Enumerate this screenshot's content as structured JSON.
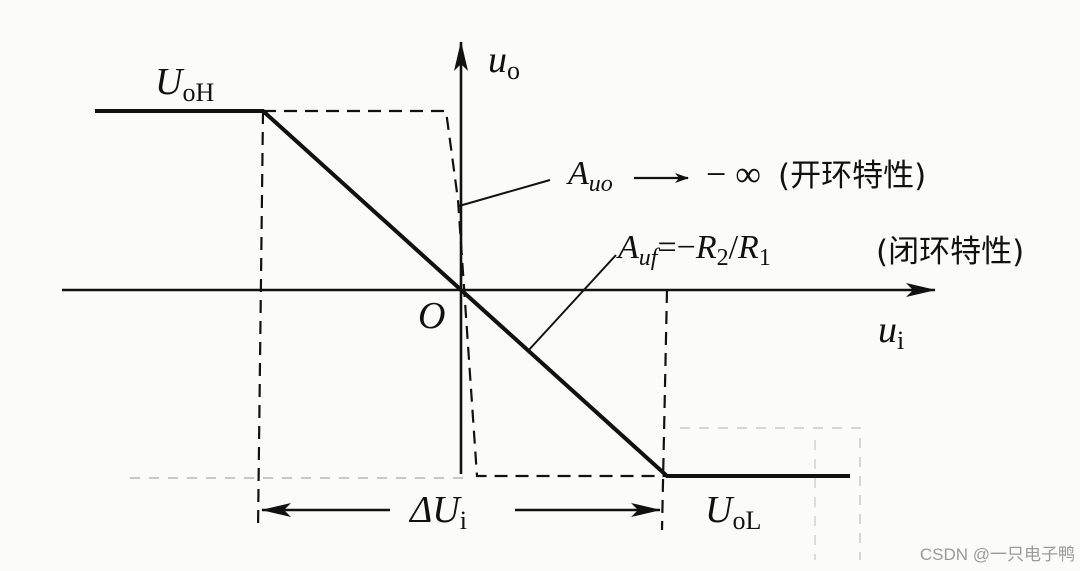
{
  "axes": {
    "y_label": {
      "main": "u",
      "sub": "o"
    },
    "x_label": {
      "main": "u",
      "sub": "i"
    },
    "origin": "O"
  },
  "levels": {
    "high": {
      "main": "U",
      "sub": "oH"
    },
    "low": {
      "main": "U",
      "sub": "oL"
    }
  },
  "annotations": {
    "open_loop": {
      "sym": "A",
      "sub": "uo",
      "limit": "− ∞",
      "note": "(开环特性)"
    },
    "closed_loop": {
      "sym": "A",
      "sub": "uf",
      "eq": "=−",
      "r2": "R",
      "r2_sub": "2",
      "slash": "/",
      "r1": "R",
      "r1_sub": "1",
      "note": "(闭环特性)"
    },
    "delta": {
      "sym": "ΔU",
      "sub": "i"
    }
  },
  "watermark": "CSDN @一只电子鸭"
}
